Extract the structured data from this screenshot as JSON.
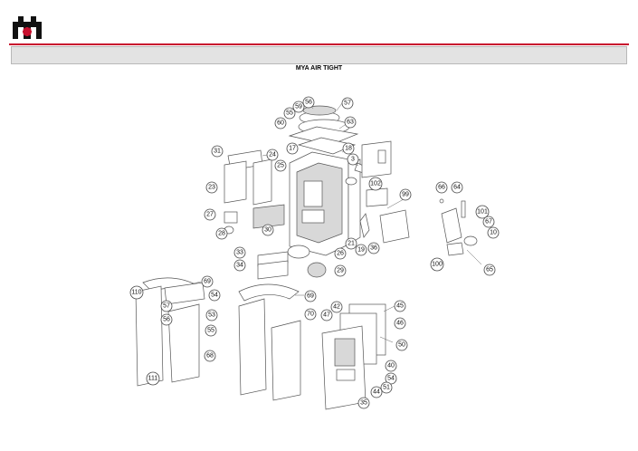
{
  "header": {
    "logo_icon": "company-logo-icon",
    "accent_color": "#c8102e"
  },
  "title": "MYA AIR TIGHT",
  "callouts": [
    {
      "label": "56"
    },
    {
      "label": "59"
    },
    {
      "label": "57"
    },
    {
      "label": "55"
    },
    {
      "label": "60"
    },
    {
      "label": "63"
    },
    {
      "label": "17"
    },
    {
      "label": "18"
    },
    {
      "label": "31"
    },
    {
      "label": "24"
    },
    {
      "label": "25"
    },
    {
      "label": "3"
    },
    {
      "label": "23"
    },
    {
      "label": "102"
    },
    {
      "label": "99"
    },
    {
      "label": "66"
    },
    {
      "label": "64"
    },
    {
      "label": "27"
    },
    {
      "label": "28"
    },
    {
      "label": "30"
    },
    {
      "label": "21"
    },
    {
      "label": "19"
    },
    {
      "label": "36"
    },
    {
      "label": "101"
    },
    {
      "label": "67"
    },
    {
      "label": "10"
    },
    {
      "label": "33"
    },
    {
      "label": "26"
    },
    {
      "label": "34"
    },
    {
      "label": "29"
    },
    {
      "label": "100"
    },
    {
      "label": "65"
    },
    {
      "label": "69"
    },
    {
      "label": "110"
    },
    {
      "label": "54"
    },
    {
      "label": "57"
    },
    {
      "label": "53"
    },
    {
      "label": "56"
    },
    {
      "label": "55"
    },
    {
      "label": "68"
    },
    {
      "label": "111"
    },
    {
      "label": "69"
    },
    {
      "label": "70"
    },
    {
      "label": "42"
    },
    {
      "label": "45"
    },
    {
      "label": "47"
    },
    {
      "label": "46"
    },
    {
      "label": "50"
    },
    {
      "label": "40"
    },
    {
      "label": "54"
    },
    {
      "label": "51"
    },
    {
      "label": "44"
    },
    {
      "label": "35"
    }
  ]
}
